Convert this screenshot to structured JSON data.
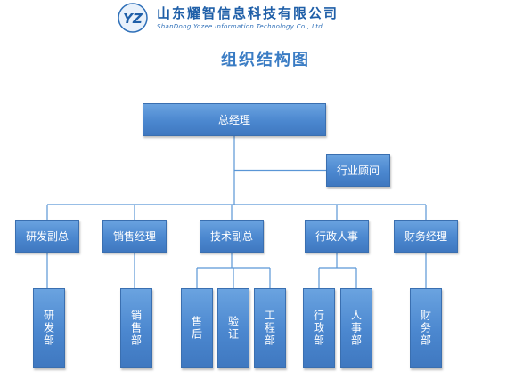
{
  "header": {
    "company_cn": "山东耀智信息科技有限公司",
    "company_en": "ShanDong Yozee Information Technology Co., Ltd",
    "logo_text": "YZ"
  },
  "page_title": "组织结构图",
  "org": {
    "root": "总经理",
    "advisor": "行业顾问",
    "departments": [
      {
        "label": "研发副总",
        "children": [
          "研发部"
        ]
      },
      {
        "label": "销售经理",
        "children": [
          "销售部"
        ]
      },
      {
        "label": "技术副总",
        "children": [
          "售后",
          "验证",
          "工程部"
        ]
      },
      {
        "label": "行政人事",
        "children": [
          "行政部",
          "人事部"
        ]
      },
      {
        "label": "财务经理",
        "children": [
          "财务部"
        ]
      }
    ]
  },
  "colors": {
    "node_fill": "#4b87cf",
    "line": "#5a96d6",
    "title": "#3a7cc4",
    "brand": "#1f5fa8"
  }
}
